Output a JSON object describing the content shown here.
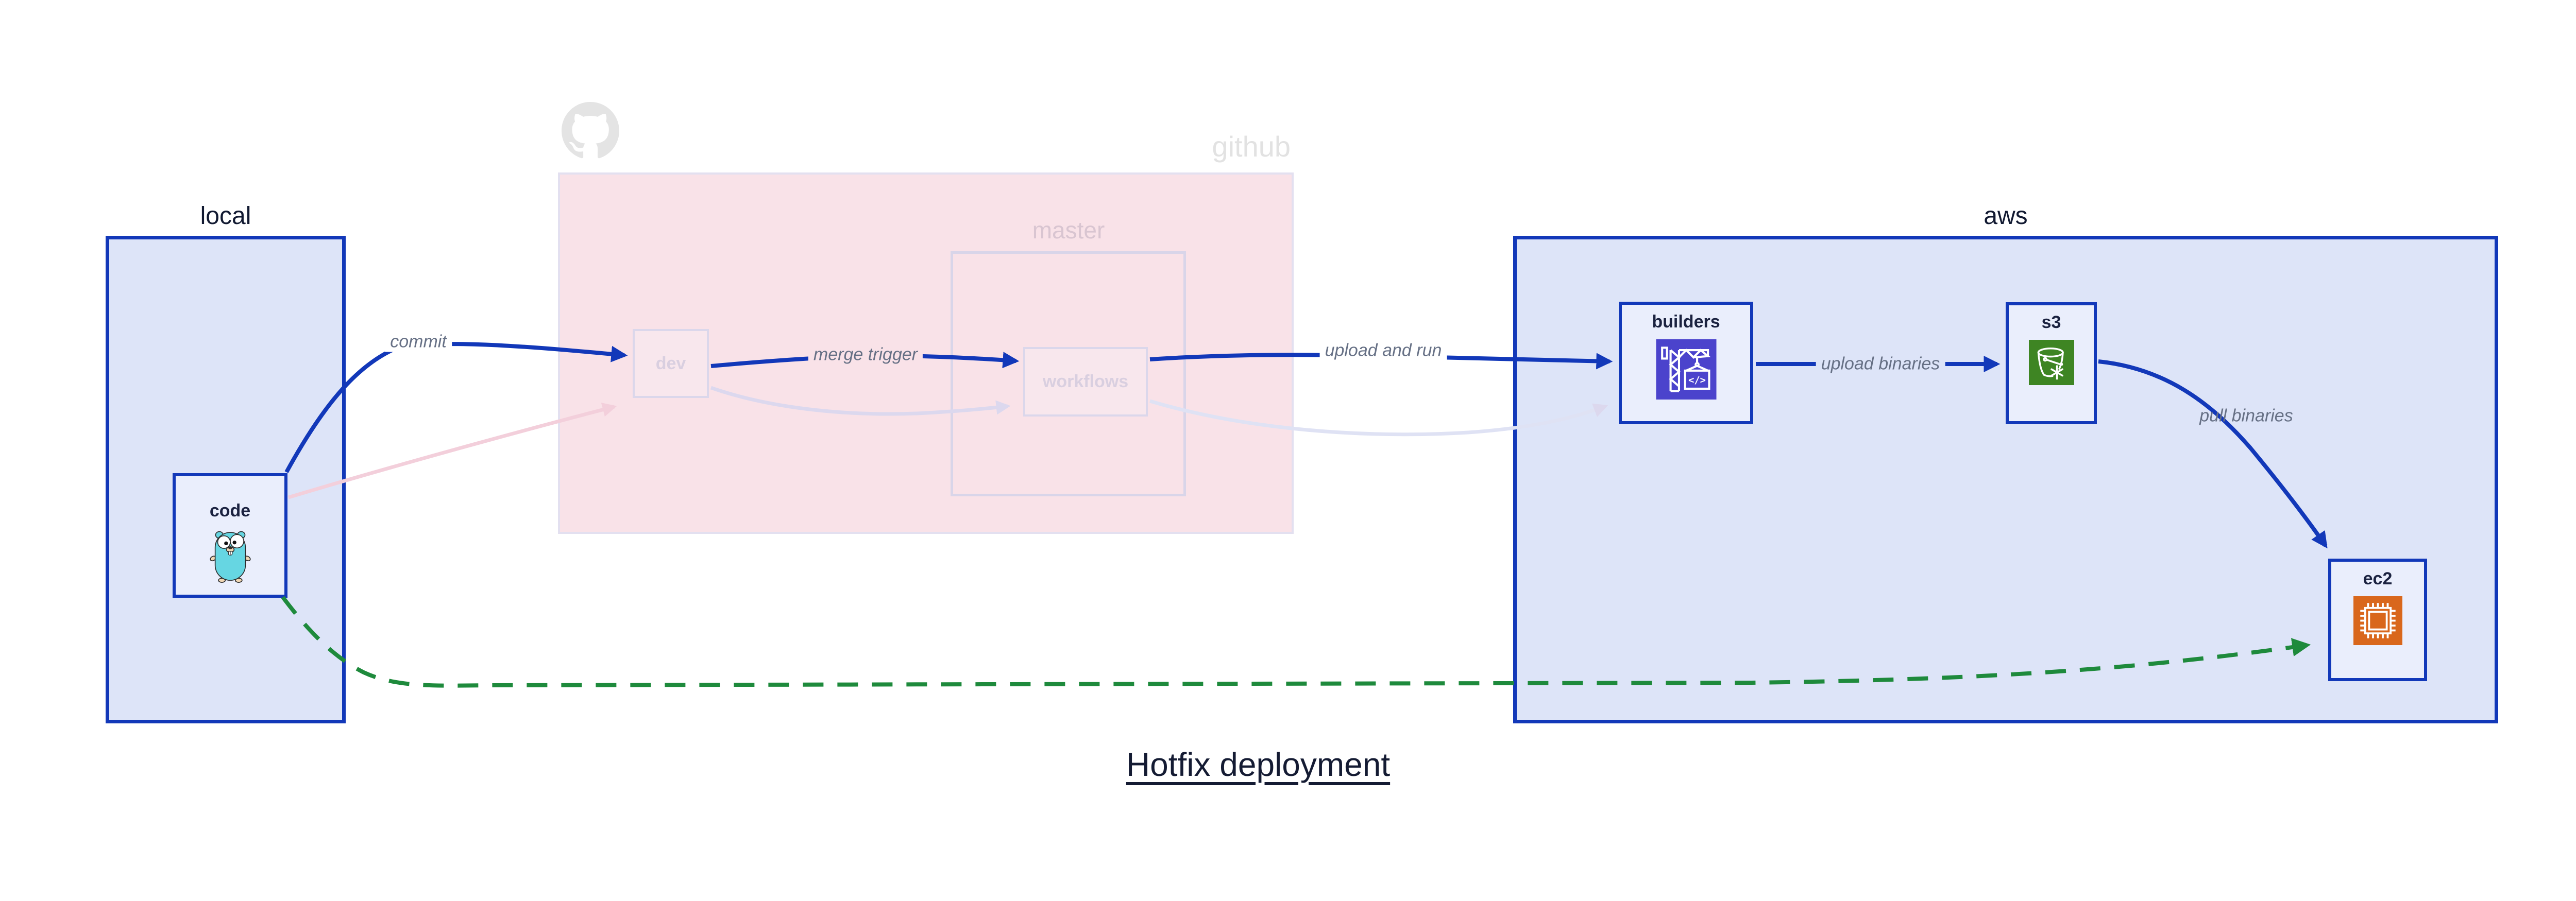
{
  "title": {
    "text": "Hotfix deployment"
  },
  "groups": {
    "local": {
      "label": "local"
    },
    "github": {
      "label": "github",
      "master": {
        "label": "master"
      }
    },
    "aws": {
      "label": "aws"
    }
  },
  "nodes": {
    "code": {
      "label": "code",
      "icon": "go-gopher-icon"
    },
    "dev": {
      "label": "dev",
      "state": "faded"
    },
    "workflows": {
      "label": "workflows",
      "state": "faded"
    },
    "builders": {
      "label": "builders",
      "icon": "codebuild-crane-icon"
    },
    "s3": {
      "label": "s3",
      "icon": "s3-glacier-bucket-icon"
    },
    "ec2": {
      "label": "ec2",
      "icon": "ec2-chip-icon"
    }
  },
  "edges": {
    "commit": {
      "label": "commit",
      "from": "code",
      "to": "dev",
      "style": "solid-blue"
    },
    "merge_trigger": {
      "label": "merge trigger",
      "from": "dev",
      "to": "workflows",
      "style": "solid-blue"
    },
    "upload_and_run": {
      "label": "upload and run",
      "from": "workflows",
      "to": "builders",
      "style": "solid-blue"
    },
    "upload_binaries": {
      "label": "upload binaries",
      "from": "builders",
      "to": "s3",
      "style": "solid-blue"
    },
    "pull_binaries": {
      "label": "pull binaries",
      "from": "s3",
      "to": "ec2",
      "style": "solid-blue"
    },
    "hotfix_path": {
      "label": "",
      "from": "code",
      "to": "ec2",
      "style": "dashed-green"
    },
    "faded_code_dev": {
      "label": "",
      "from": "code",
      "to": "dev",
      "style": "faded-pink"
    },
    "faded_dev_workflows": {
      "label": "",
      "from": "dev",
      "to": "workflows",
      "style": "faded-lavender"
    },
    "faded_workflows_aws": {
      "label": "",
      "from": "workflows",
      "to": "builders",
      "style": "faded-lavender"
    }
  },
  "colors": {
    "accent_blue": "#1238b9",
    "group_fill_blue": "#dde4f8",
    "node_fill_blue": "#eaeefc",
    "github_fill_pink": "#f9e2e8",
    "faded_border": "#dbd7eb",
    "faded_text": "#d9cfe0",
    "edge_label_gray": "#667085",
    "hotfix_green": "#1e8a3c",
    "codebuild_purple": "#4b43cc",
    "s3_green": "#3e8523",
    "ec2_orange": "#d9671c",
    "gopher_teal": "#66d6e2",
    "title_navy": "#141b33",
    "octocat_gray": "#e4e4e4"
  }
}
